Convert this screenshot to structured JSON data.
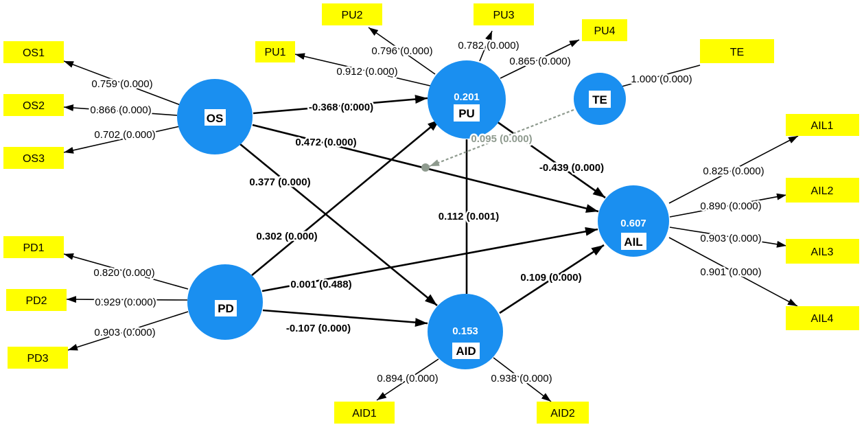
{
  "colors": {
    "construct_fill": "#1A8FF0",
    "indicator_fill": "#FFFF00",
    "path_line": "#000000",
    "moderation_line": "#8E9A8E"
  },
  "constructs": {
    "OS": {
      "label": "OS"
    },
    "PU": {
      "label": "PU",
      "r2": "0.201"
    },
    "TE": {
      "label": "TE"
    },
    "AIL": {
      "label": "AIL",
      "r2": "0.607"
    },
    "PD": {
      "label": "PD"
    },
    "AID": {
      "label": "AID",
      "r2": "0.153"
    }
  },
  "measurement": {
    "OS": [
      {
        "indicator": "OS1",
        "loading": "0.759 (0.000)"
      },
      {
        "indicator": "OS2",
        "loading": "0.866 (0.000)"
      },
      {
        "indicator": "OS3",
        "loading": "0.702 (0.000)"
      }
    ],
    "PD": [
      {
        "indicator": "PD1",
        "loading": "0.820 (0.000)"
      },
      {
        "indicator": "PD2",
        "loading": "0.929 (0.000)"
      },
      {
        "indicator": "PD3",
        "loading": "0.903 (0.000)"
      }
    ],
    "PU": [
      {
        "indicator": "PU1",
        "loading": "0.912 (0.000)"
      },
      {
        "indicator": "PU2",
        "loading": "0.796 (0.000)"
      },
      {
        "indicator": "PU3",
        "loading": "0.782 (0.000)"
      },
      {
        "indicator": "PU4",
        "loading": "0.865 (0.000)"
      }
    ],
    "TE": [
      {
        "indicator": "TE",
        "loading": "1.000 (0.000)"
      }
    ],
    "AIL": [
      {
        "indicator": "AIL1",
        "loading": "0.825 (0.000)"
      },
      {
        "indicator": "AIL2",
        "loading": "0.890 (0.000)"
      },
      {
        "indicator": "AIL3",
        "loading": "0.903 (0.000)"
      },
      {
        "indicator": "AIL4",
        "loading": "0.901 (0.000)"
      }
    ],
    "AID": [
      {
        "indicator": "AID1",
        "loading": "0.894 (0.000)"
      },
      {
        "indicator": "AID2",
        "loading": "0.938 (0.000)"
      }
    ]
  },
  "structural": {
    "OS_PU": "-0.368 (0.000)",
    "OS_AIL": "0.472 (0.000)",
    "OS_AID": "0.377 (0.000)",
    "PD_PU": "0.302 (0.000)",
    "PD_AIL": "0.001 (0.488)",
    "PD_AID": "-0.107 (0.000)",
    "PU_AIL": "-0.439 (0.000)",
    "PU_AID": "0.112 (0.001)",
    "AID_AIL": "0.109 (0.000)",
    "TE_moderation": "0.095 (0.000)"
  }
}
